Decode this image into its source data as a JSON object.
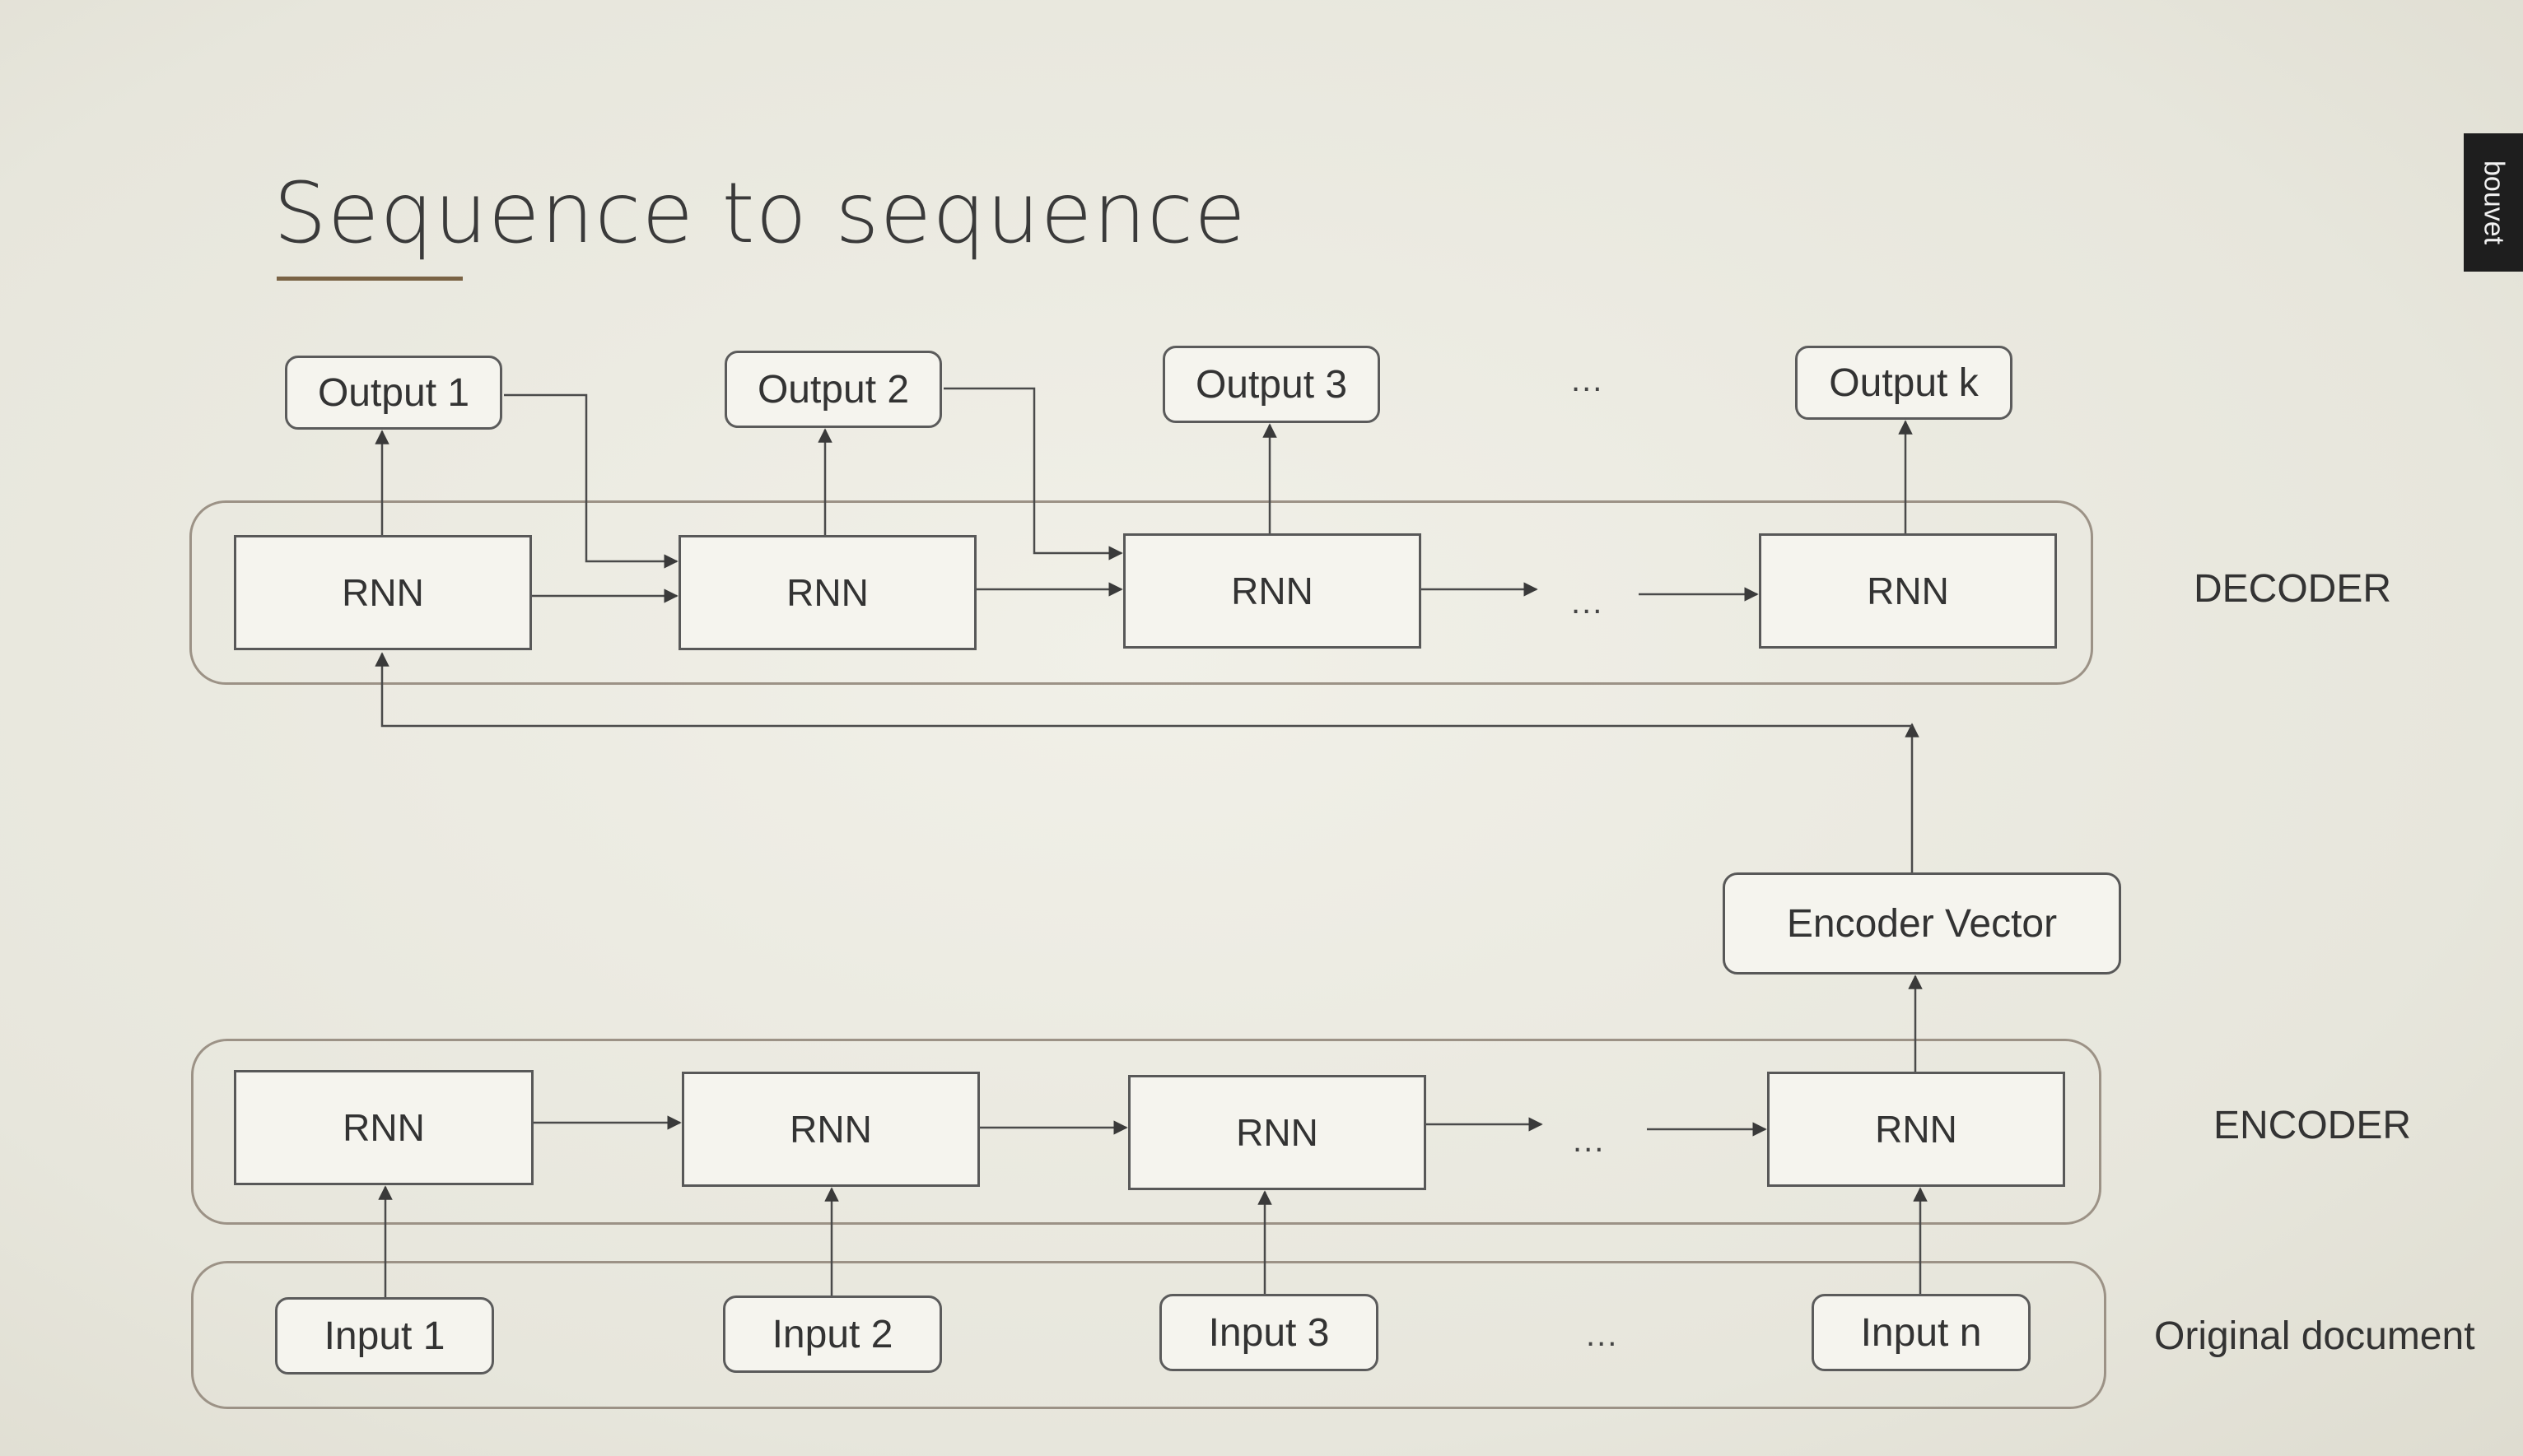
{
  "slide": {
    "title": "Sequence to sequence",
    "brand": "bouvet"
  },
  "decoder": {
    "label": "DECODER",
    "outputs": [
      "Output 1",
      "Output 2",
      "Output 3",
      "Output k"
    ],
    "cells": [
      "RNN",
      "RNN",
      "RNN",
      "RNN"
    ],
    "ellipsis_outputs": "...",
    "ellipsis_cells": "..."
  },
  "encoder_vector": {
    "label": "Encoder Vector"
  },
  "encoder": {
    "label": "ENCODER",
    "cells": [
      "RNN",
      "RNN",
      "RNN",
      "RNN"
    ],
    "ellipsis_cells": "..."
  },
  "original_document": {
    "label": "Original document",
    "inputs": [
      "Input 1",
      "Input 2",
      "Input 3",
      "Input n"
    ],
    "ellipsis_inputs": "..."
  },
  "colors": {
    "background": "#ecebe3",
    "box_border": "#585858",
    "group_border": "#9c9286",
    "title_underline": "#7a6345"
  }
}
